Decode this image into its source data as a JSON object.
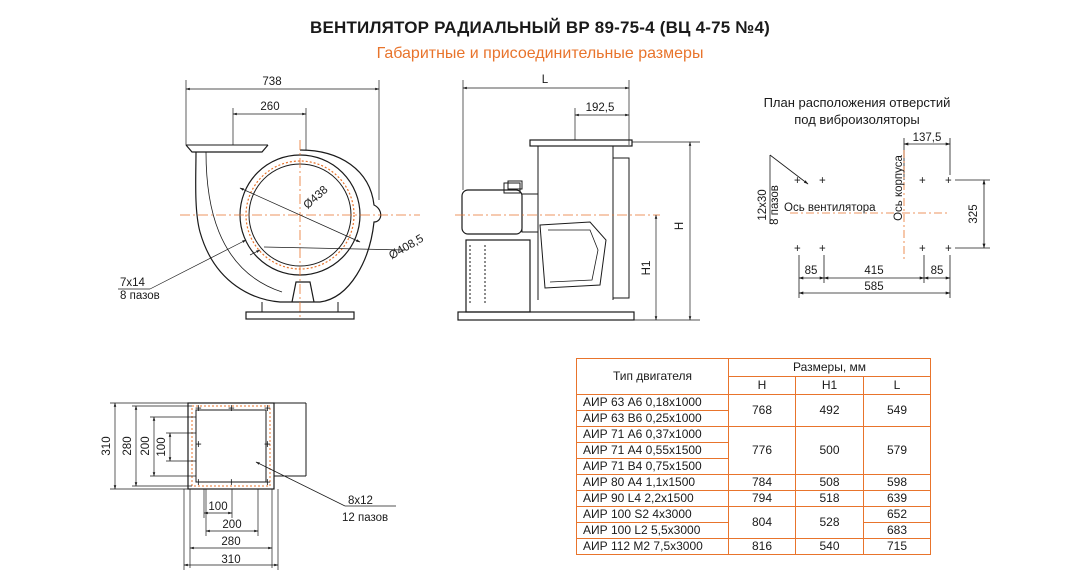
{
  "header": {
    "title": "ВЕНТИЛЯТОР РАДИАЛЬНЫЙ ВР 89-75-4 (ВЦ 4-75 №4)",
    "subtitle": "Габаритные и присоединительные размеры"
  },
  "colors": {
    "accent": "#e8742c",
    "centerline": "#e8742c",
    "line": "#1a1a1a"
  },
  "front_view": {
    "dim_overall": "738",
    "dim_outlet": "260",
    "dim_inlet_diameter": "Ø438",
    "dim_flange_diameter": "Ø408,5",
    "holes_size": "7x14",
    "holes_count": "8 пазов"
  },
  "side_view": {
    "dim_length": "L",
    "dim_offset": "192,5",
    "dim_height": "H",
    "dim_axis_height": "H1"
  },
  "mount_plan": {
    "title_line1": "План расположения отверстий",
    "title_line2": "под виброизоляторы",
    "dim_top": "137,5",
    "slot_size": "12x30",
    "slot_count": "8 пазов",
    "fan_axis_label": "Ось вентилятора",
    "body_axis_label": "Ось корпуса",
    "dim_vertical": "325",
    "dim_left": "85",
    "dim_middle": "415",
    "dim_right": "85",
    "dim_total": "585"
  },
  "flange_view": {
    "dim_310_v": "310",
    "dim_280_v": "280",
    "dim_200_v": "200",
    "dim_100_v": "100",
    "slot_size": "8x12",
    "slot_count": "12 пазов",
    "dim_100_h": "100",
    "dim_200_h": "200",
    "dim_280_h": "280",
    "dim_310_h": "310"
  },
  "table": {
    "col_motor": "Тип двигателя",
    "col_group": "Размеры, мм",
    "col_h": "H",
    "col_h1": "H1",
    "col_l": "L",
    "motors": [
      "АИР 63 А6 0,18х1000",
      "АИР 63 В6 0,25х1000",
      "АИР 71 А6 0,37х1000",
      "АИР 71 А4 0,55х1500",
      "АИР 71 В4 0,75х1500",
      "АИР 80 А4 1,1х1500",
      "АИР 90 L4 2,2х1500",
      "АИР 100 S2 4х3000",
      "АИР 100 L2 5,5х3000",
      "АИР 112 М2 7,5х3000"
    ],
    "groups": [
      {
        "h": "768",
        "h1": "492"
      },
      {
        "h": "776",
        "h1": "500"
      },
      {
        "h": "784",
        "h1": "508"
      },
      {
        "h": "794",
        "h1": "518"
      },
      {
        "h": "804",
        "h1": "528"
      },
      {
        "h": "816",
        "h1": "540"
      }
    ],
    "l_values": [
      "549",
      "579",
      "598",
      "639",
      "652",
      "683",
      "715"
    ]
  }
}
